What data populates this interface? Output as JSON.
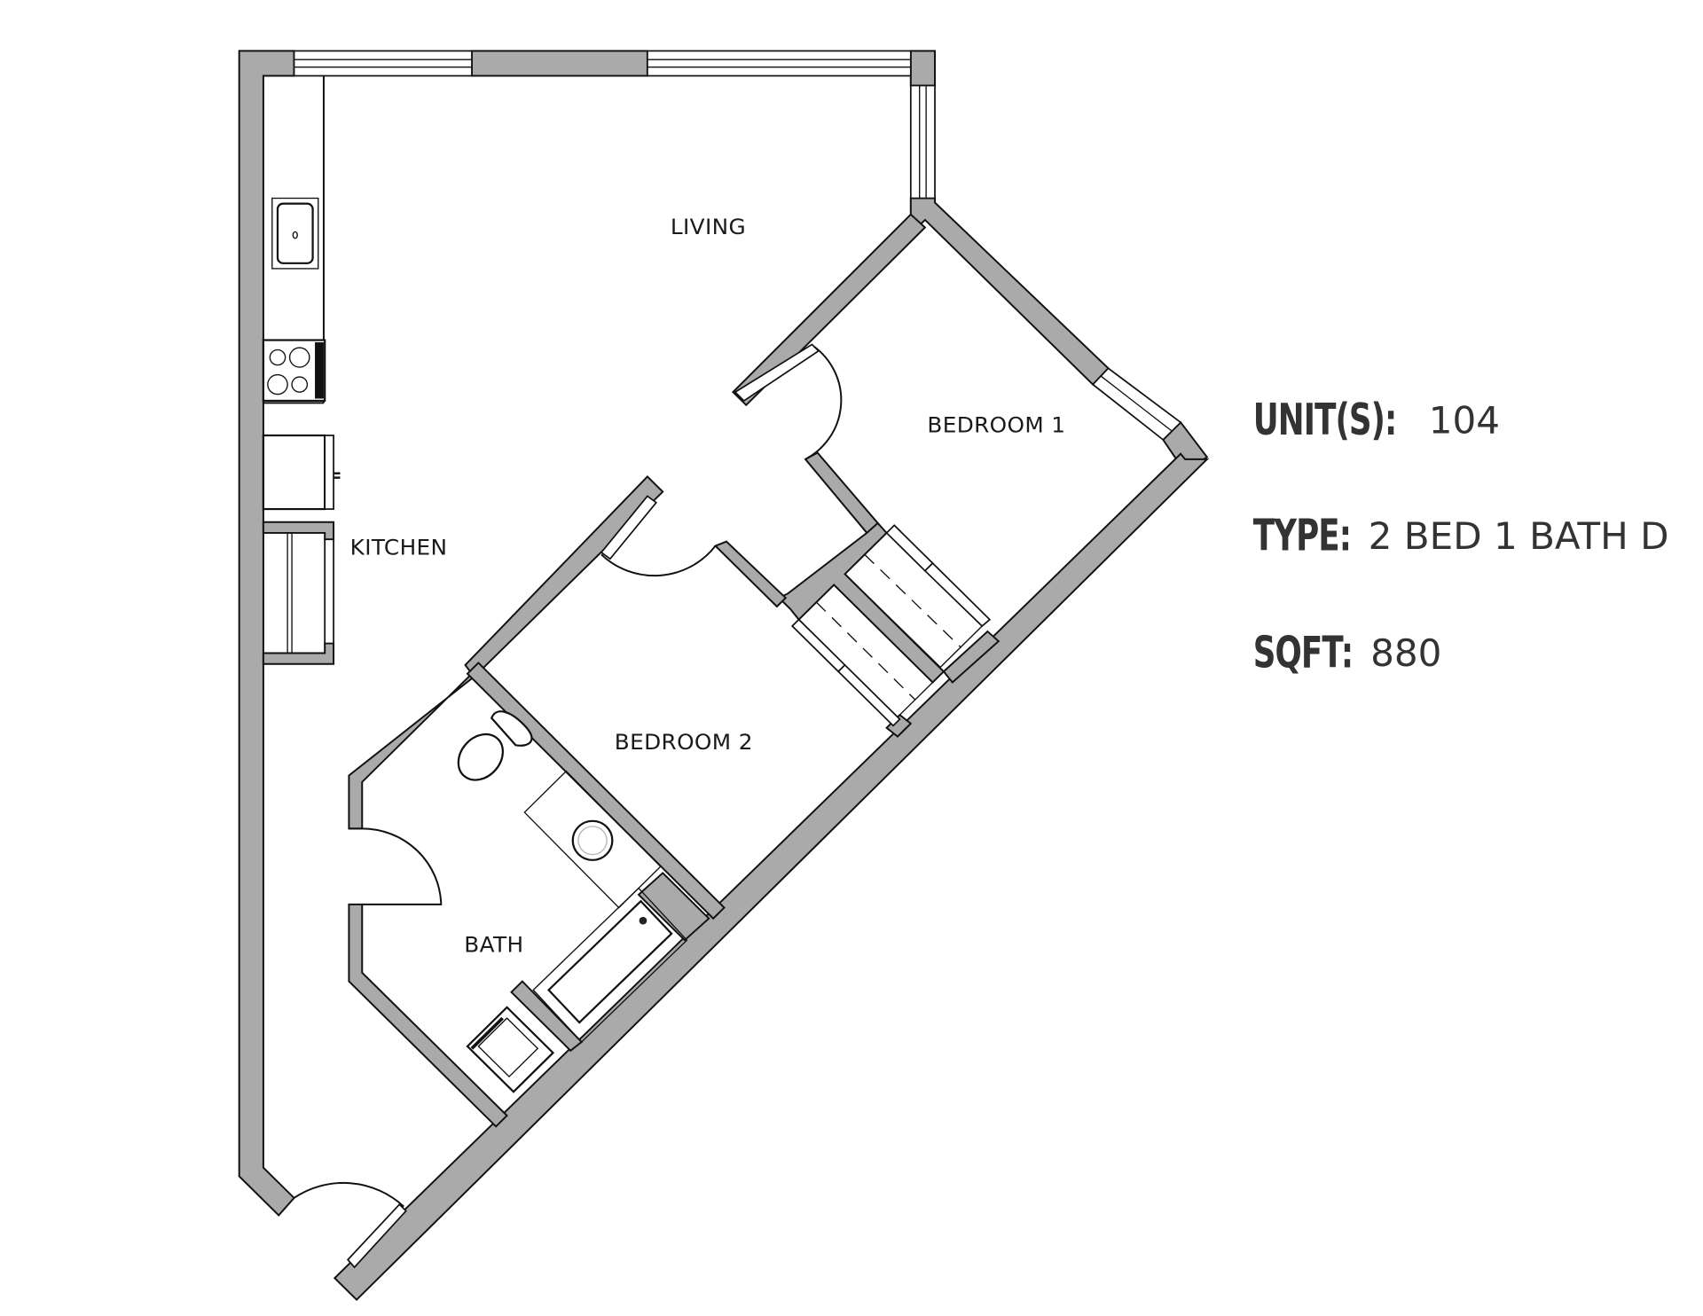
{
  "floorplan": {
    "rooms": [
      {
        "id": "living",
        "label": "LIVING"
      },
      {
        "id": "kitchen",
        "label": "KITCHEN"
      },
      {
        "id": "bedroom1",
        "label": "BEDROOM 1"
      },
      {
        "id": "bedroom2",
        "label": "BEDROOM 2"
      },
      {
        "id": "bath",
        "label": "BATH"
      }
    ],
    "colors": {
      "wall_fill": "#aaaaaa",
      "line": "#111111",
      "background": "#ffffff",
      "text": "#333333"
    }
  },
  "info": {
    "unit_key": "UNIT(S):",
    "unit_value": "104",
    "type_key": "TYPE:",
    "type_value": "2 BED 1 BATH D",
    "sqft_key": "SQFT:",
    "sqft_value": "880"
  }
}
